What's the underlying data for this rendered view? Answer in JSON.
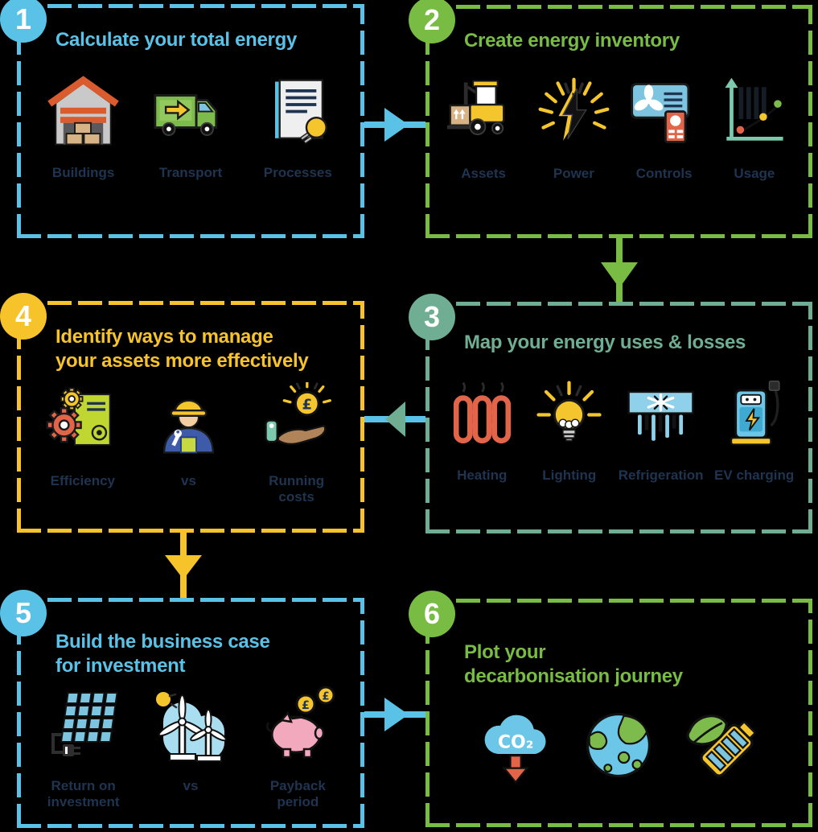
{
  "palette": {
    "blue": "#5BC2E7",
    "green": "#78BC43",
    "teal": "#6FAE92",
    "yellow": "#F6C32B",
    "navy": "#1E3450",
    "white": "#FFFFFF",
    "orange_red": "#E2654A",
    "pink": "#F2A9BE",
    "light_blue": "#7CC4E0",
    "mint": "#7CC9AE",
    "tan": "#D7B386",
    "leaf_green": "#7DBB4C"
  },
  "steps": [
    {
      "number": "1",
      "accent": "blue",
      "title_lines": [
        "Calculate your total energy"
      ],
      "items": [
        {
          "icon": "warehouse-icon",
          "label": "Buildings"
        },
        {
          "icon": "delivery-truck-icon",
          "label": "Transport"
        },
        {
          "icon": "document-lightbulb-icon",
          "label": "Processes"
        }
      ]
    },
    {
      "number": "2",
      "accent": "green",
      "title_lines": [
        "Create energy inventory"
      ],
      "items": [
        {
          "icon": "forklift-icon",
          "label": "Assets"
        },
        {
          "icon": "power-burst-icon",
          "label": "Power"
        },
        {
          "icon": "hvac-controls-icon",
          "label": "Controls"
        },
        {
          "icon": "usage-chart-icon",
          "label": "Usage"
        }
      ]
    },
    {
      "number": "3",
      "accent": "teal",
      "title_lines": [
        "Map your energy uses & losses"
      ],
      "items": [
        {
          "icon": "radiator-icon",
          "label": "Heating"
        },
        {
          "icon": "lightbulb-icon",
          "label": "Lighting"
        },
        {
          "icon": "refrigeration-icon",
          "label": "Refrigeration"
        },
        {
          "icon": "ev-charger-icon",
          "label": "EV charging"
        }
      ]
    },
    {
      "number": "4",
      "accent": "yellow",
      "title_lines": [
        "Identify ways to manage",
        "your assets more effectively"
      ],
      "items": [
        {
          "icon": "gears-document-icon",
          "label": "Efficiency"
        },
        {
          "icon": "engineer-icon",
          "label": "vs"
        },
        {
          "icon": "hand-coin-icon",
          "label": "Running costs"
        }
      ]
    },
    {
      "number": "5",
      "accent": "blue",
      "title_lines": [
        "Build the business case",
        "for investment"
      ],
      "items": [
        {
          "icon": "solar-panel-icon",
          "label": "Return on investment"
        },
        {
          "icon": "wind-turbines-icon",
          "label": "vs"
        },
        {
          "icon": "piggy-bank-icon",
          "label": "Payback period"
        }
      ]
    },
    {
      "number": "6",
      "accent": "green",
      "title_lines": [
        "Plot your",
        "decarbonisation journey"
      ],
      "items": [
        {
          "icon": "co2-reduction-icon",
          "label": ""
        },
        {
          "icon": "earth-icon",
          "label": ""
        },
        {
          "icon": "green-battery-icon",
          "label": ""
        }
      ]
    }
  ],
  "icon_text": {
    "co2": "CO₂",
    "pound": "£"
  },
  "arrows": [
    {
      "name": "arrow-step1-to-step2",
      "direction": "right",
      "color": "blue"
    },
    {
      "name": "arrow-step2-to-step3",
      "direction": "down",
      "color": "green"
    },
    {
      "name": "arrow-step3-to-step4",
      "direction": "left",
      "color": "blue-teal"
    },
    {
      "name": "arrow-step4-to-step5",
      "direction": "down",
      "color": "yellow"
    },
    {
      "name": "arrow-step5-to-step6",
      "direction": "right",
      "color": "blue"
    }
  ]
}
